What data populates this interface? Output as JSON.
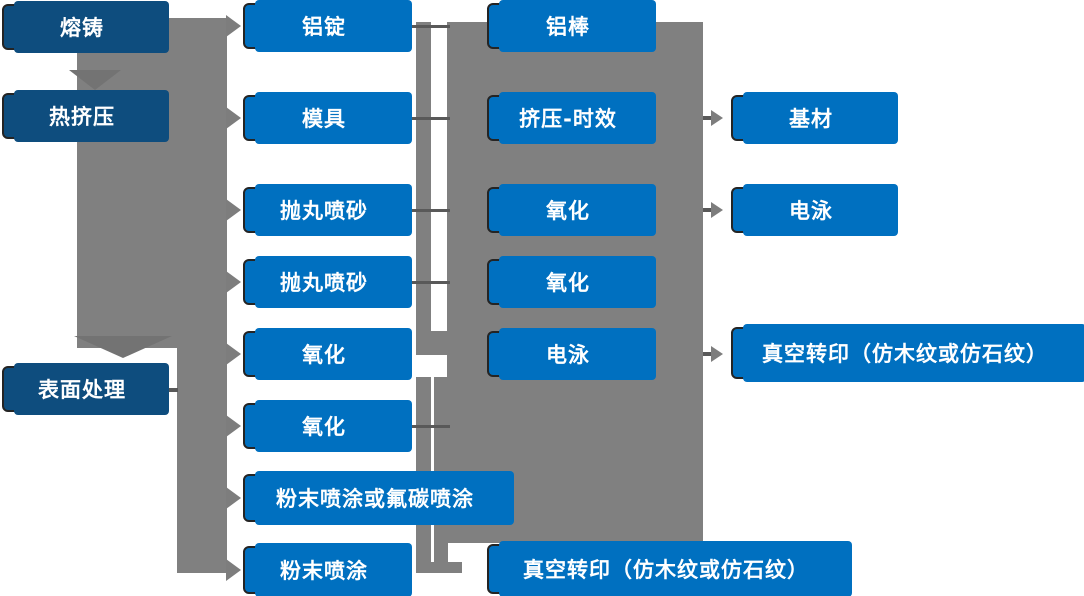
{
  "diagram": {
    "description_colors": {
      "process_step_box": "#0E4D7E",
      "operation_box": "#0070C0",
      "connector_gray": "#808080",
      "connector_line_dark": "#595959",
      "box_border": "#242424",
      "box_text": "#FFFFFF",
      "background": "#FFFFFF"
    },
    "nodes": {
      "melting": "熔铸",
      "hot_extrusion": "热挤压",
      "surface_treatment": "表面处理",
      "aluminum_ingot": "铝锭",
      "mold": "模具",
      "shot_blast_sand_1": "抛丸喷砂",
      "shot_blast_sand_2": "抛丸喷砂",
      "oxidation_1": "氧化",
      "oxidation_2": "氧化",
      "powder_or_fluorocarbon_coating": "粉末喷涂或氟碳喷涂",
      "powder_coating": "粉末喷涂",
      "aluminum_rod": "铝棒",
      "extrusion_aging": "挤压-时效",
      "oxidation_3": "氧化",
      "oxidation_4": "氧化",
      "electrophoresis_1": "电泳",
      "vacuum_transfer_print_1": "真空转印（仿木纹或仿石纹）",
      "base_material": "基材",
      "electrophoresis_2": "电泳",
      "vacuum_transfer_print_2": "真空转印（仿木纹或仿石纹）"
    }
  }
}
